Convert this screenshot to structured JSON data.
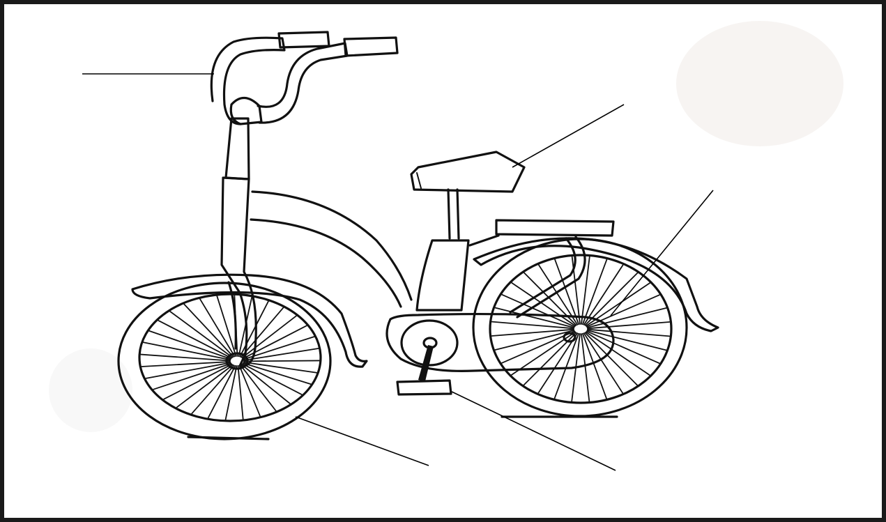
{
  "diagram": {
    "subject": "bicycle",
    "labels": [],
    "leader_lines": [
      {
        "id": "handlebar",
        "label": ""
      },
      {
        "id": "seat",
        "label": ""
      },
      {
        "id": "rear-wheel-spokes",
        "label": ""
      },
      {
        "id": "front-tyre",
        "label": ""
      },
      {
        "id": "pedal",
        "label": ""
      }
    ]
  },
  "colors": {
    "ink": "#111111",
    "paper": "#ffffff",
    "border": "#1a1a1a"
  }
}
